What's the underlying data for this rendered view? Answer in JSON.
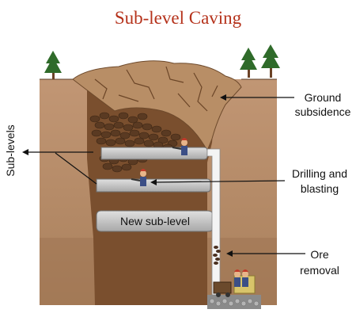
{
  "title": "Sub-level Caving",
  "labels": {
    "sub_levels": "Sub-levels",
    "ground_subsidence": [
      "Ground",
      "subsidence"
    ],
    "drilling_blasting": [
      "Drilling and",
      "blasting"
    ],
    "new_sub_level": "New sub-level",
    "ore_removal": [
      "Ore",
      "removal"
    ]
  },
  "colors": {
    "title": "#b5321b",
    "rock_light": "#b58a66",
    "rock_dark": "#7a4f2e",
    "rubble": "#5a3a22",
    "tunnel": "#c9c9c9",
    "tree": "#2f6b2a"
  },
  "icons": [
    "tree-icon",
    "miner-icon",
    "ore-cart-icon"
  ]
}
